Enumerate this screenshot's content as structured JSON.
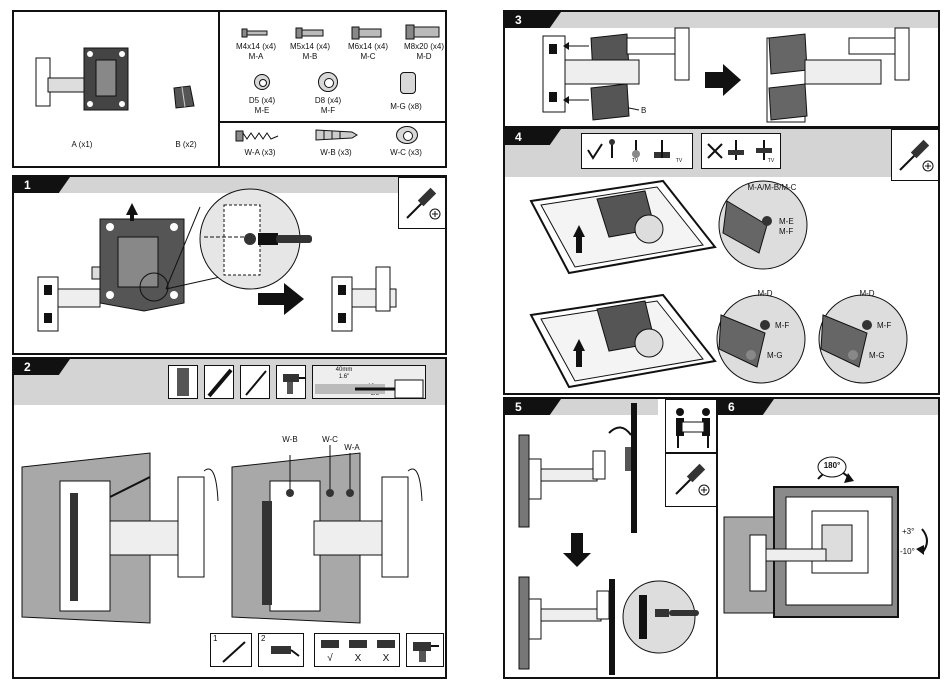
{
  "parts": {
    "big": [
      {
        "label": "A (x1)"
      },
      {
        "label": "B (x2)"
      }
    ],
    "screws": [
      {
        "size": "M4x14 (x4)",
        "code": "M-A"
      },
      {
        "size": "M5x14 (x4)",
        "code": "M-B"
      },
      {
        "size": "M6x14 (x4)",
        "code": "M-C"
      },
      {
        "size": "M8x20 (x4)",
        "code": "M-D"
      }
    ],
    "washers": [
      {
        "size": "D5 (x4)",
        "code": "M-E"
      },
      {
        "size": "D8 (x4)",
        "code": "M-F"
      },
      {
        "size": "",
        "code": "M-G (x8)"
      }
    ],
    "wall": [
      {
        "label": "W-A (x3)"
      },
      {
        "label": "W-B (x3)"
      },
      {
        "label": "W-C (x3)"
      }
    ]
  },
  "steps": {
    "s1": "1",
    "s2": "2",
    "s3": "3",
    "s4": "4",
    "s5": "5",
    "s6": "6"
  },
  "step2": {
    "drill": {
      "depth": "40mm",
      "depth_in": "1.6\"",
      "dia": "10mm",
      "dia_in": "3/8\""
    },
    "callouts": {
      "wb": "W-B",
      "wc": "W-C",
      "wa": "W-A"
    },
    "check": "√",
    "cross1": "X",
    "cross2": "X",
    "sub1": "1",
    "sub2": "2"
  },
  "step3": {
    "b_label": "B"
  },
  "step4": {
    "tv1": "TV",
    "tv2": "TV",
    "tv3": "TV",
    "combo": "M-A/M-B/M-C",
    "me": "M-E",
    "mf1": "M-F",
    "md2": "M-D",
    "mf2": "M-F",
    "mg2": "M-G",
    "md3": "M-D",
    "mf3": "M-F",
    "mg3": "M-G"
  },
  "step6": {
    "rot": "180°",
    "tilt_up": "+3°",
    "tilt_down": "-10°"
  },
  "colors": {
    "dark": "#111111",
    "band": "#d4d4d4",
    "wall": "#a8a8a8",
    "tv_frame": "#8a8a8a"
  }
}
